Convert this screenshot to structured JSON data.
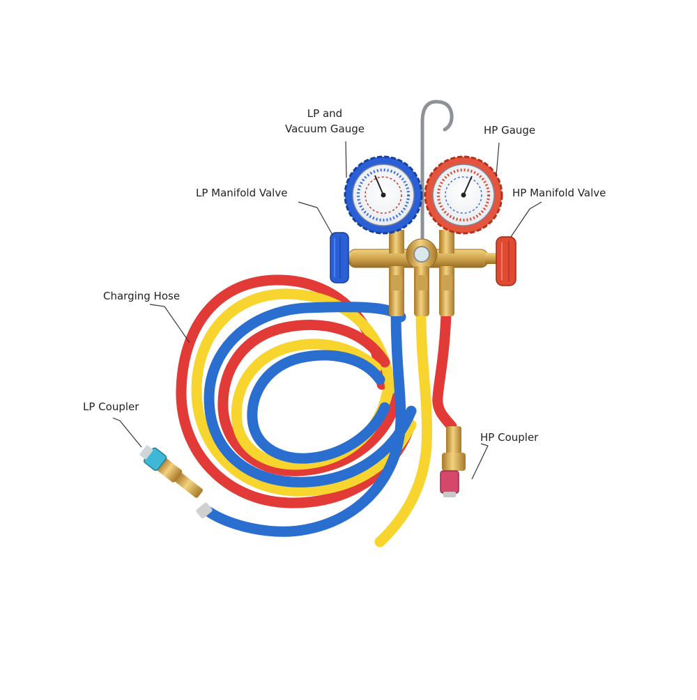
{
  "labels": {
    "lp_gauge": [
      "LP and",
      "Vacuum Gauge"
    ],
    "hp_gauge": "HP Gauge",
    "lp_valve": "LP Manifold Valve",
    "hp_valve": "HP Manifold Valve",
    "charging_hose": "Charging Hose",
    "lp_coupler": "LP Coupler",
    "hp_coupler": "HP Coupler"
  },
  "colors": {
    "hose_red": "#e23a36",
    "hose_blue": "#2a6fd0",
    "hose_yellow": "#f7d42e",
    "brass": "#d9ad52",
    "lp_gauge_bezel": "#2b5fd6",
    "hp_gauge_bezel": "#e4553e",
    "lp_coupler_tip": "#3fb8d6",
    "hp_coupler_tip": "#d6476c",
    "leader_line": "#333333"
  }
}
